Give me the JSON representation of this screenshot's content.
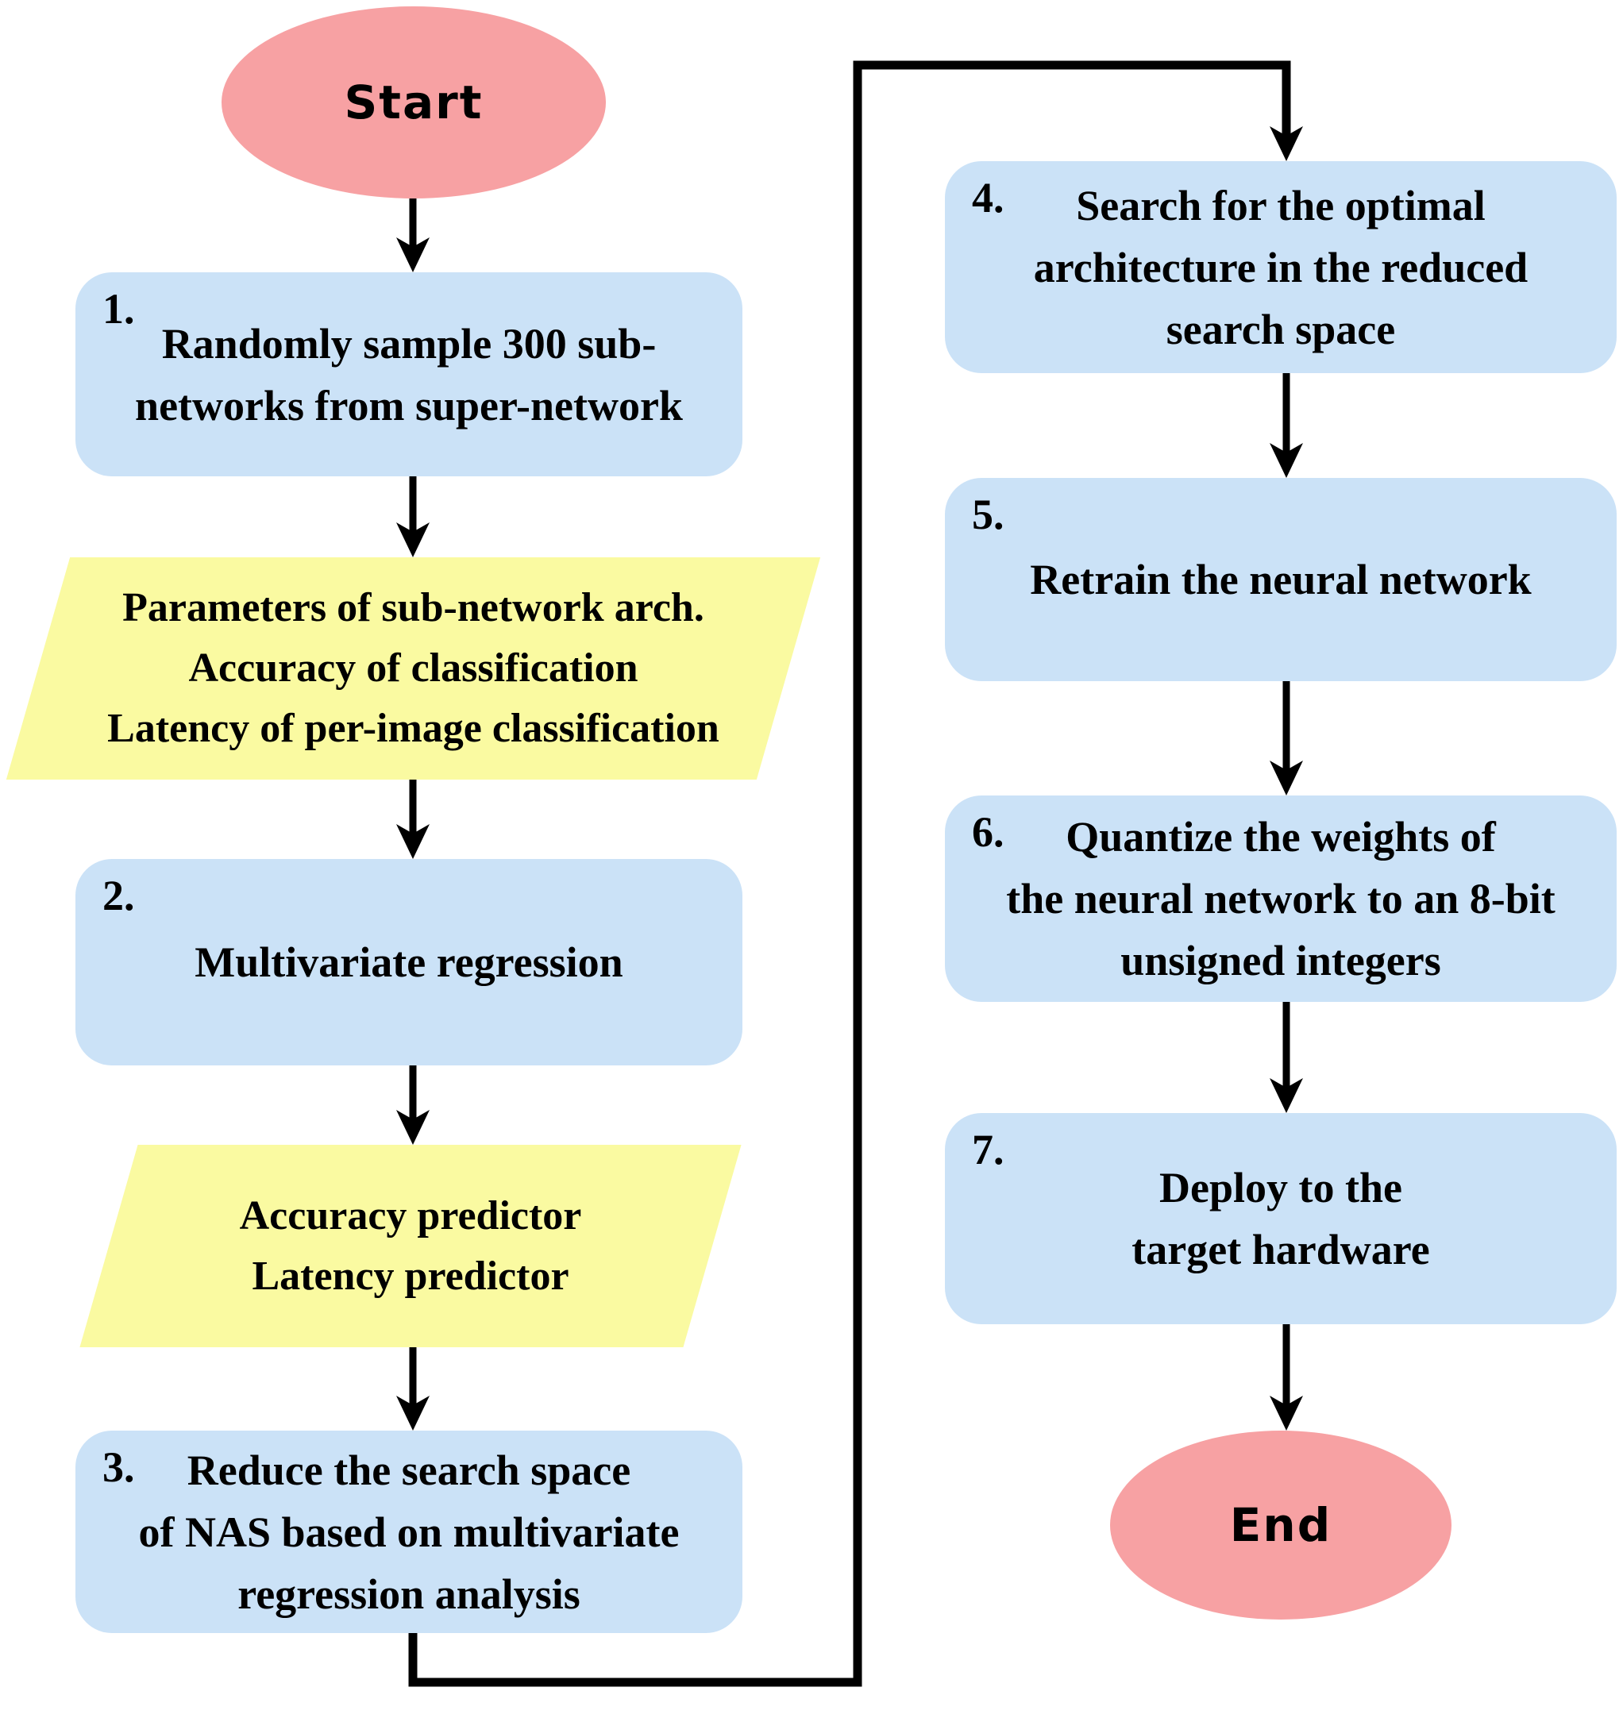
{
  "colors": {
    "terminator-fill": "#f7a1a3",
    "process-fill": "#cbe2f7",
    "data-fill": "#fafaa1",
    "line-color": "#000000",
    "text-color": "#000000"
  },
  "nodes": {
    "start": {
      "label": "Start"
    },
    "step1": {
      "number": "1.",
      "lines": [
        "Randomly sample 300 sub-",
        "networks from super-network"
      ]
    },
    "data1": {
      "lines": [
        "Parameters of sub-network arch.",
        "Accuracy of classification",
        "Latency of per-image classification"
      ]
    },
    "step2": {
      "number": "2.",
      "lines": [
        "Multivariate regression"
      ]
    },
    "data2": {
      "lines": [
        "Accuracy predictor",
        "Latency predictor"
      ]
    },
    "step3": {
      "number": "3.",
      "lines": [
        "Reduce the search space",
        "of NAS based on multivariate",
        "regression analysis"
      ]
    },
    "step4": {
      "number": "4.",
      "lines": [
        "Search for the optimal",
        "architecture in the reduced",
        "search space"
      ]
    },
    "step5": {
      "number": "5.",
      "lines": [
        "Retrain the neural network"
      ]
    },
    "step6": {
      "number": "6.",
      "lines": [
        "Quantize the weights of",
        "the neural network to an 8-bit",
        "unsigned integers"
      ]
    },
    "step7": {
      "number": "7.",
      "lines": [
        "Deploy to the",
        "target hardware"
      ]
    },
    "end": {
      "label": "End"
    }
  }
}
